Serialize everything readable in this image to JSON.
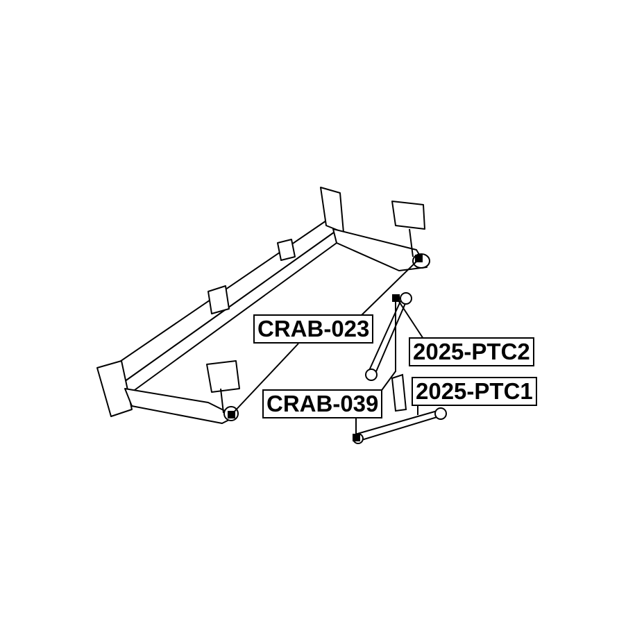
{
  "diagram": {
    "title": "Rear suspension crossmember part locations",
    "labels": {
      "crab_023": "CRAB-023",
      "crab_039": "CRAB-039",
      "ptc2": "2025-PTC2",
      "ptc1": "2025-PTC1"
    },
    "colors": {
      "line": "#000000",
      "background": "#ffffff"
    }
  }
}
